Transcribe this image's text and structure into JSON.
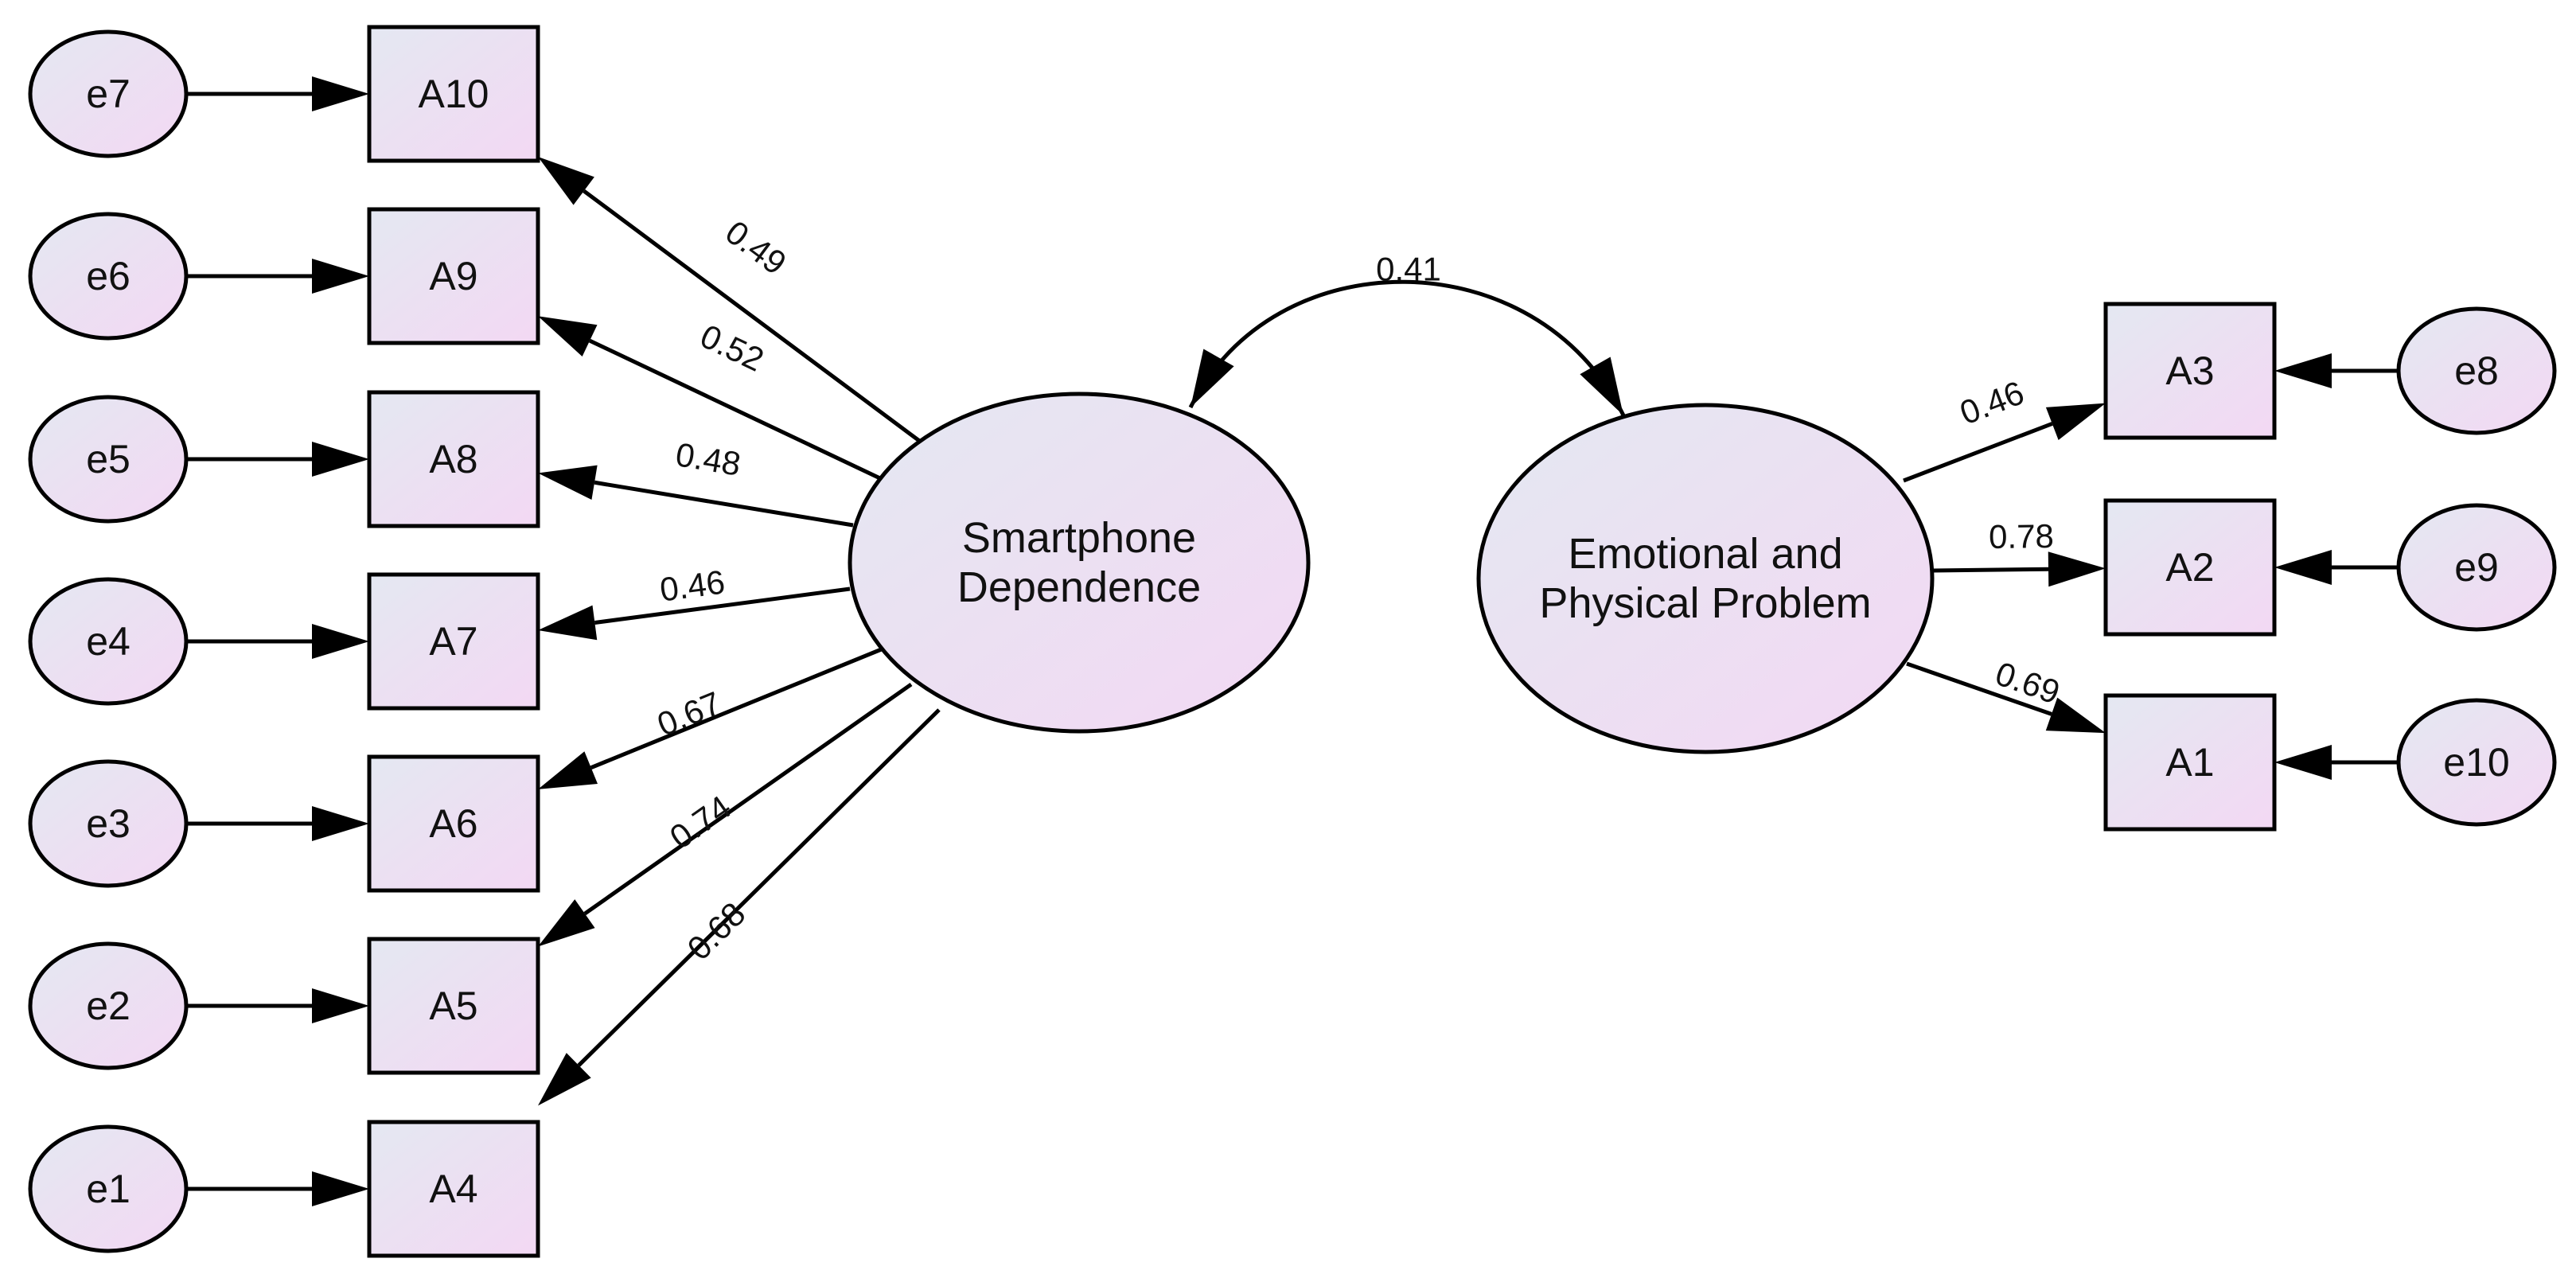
{
  "diagram": {
    "latents": [
      {
        "id": "SD",
        "lines": [
          "Smartphone",
          "Dependence"
        ]
      },
      {
        "id": "EP",
        "lines": [
          "Emotional and",
          "Physical Problem"
        ]
      }
    ],
    "indicators": [
      {
        "id": "A10",
        "label": "A10",
        "error": "e7",
        "latent": "SD",
        "loading": "0.49"
      },
      {
        "id": "A9",
        "label": "A9",
        "error": "e6",
        "latent": "SD",
        "loading": "0.52"
      },
      {
        "id": "A8",
        "label": "A8",
        "error": "e5",
        "latent": "SD",
        "loading": "0.48"
      },
      {
        "id": "A7",
        "label": "A7",
        "error": "e4",
        "latent": "SD",
        "loading": "0.46"
      },
      {
        "id": "A6",
        "label": "A6",
        "error": "e3",
        "latent": "SD",
        "loading": "0.67"
      },
      {
        "id": "A5",
        "label": "A5",
        "error": "e2",
        "latent": "SD",
        "loading": "0.74"
      },
      {
        "id": "A4",
        "label": "A4",
        "error": "e1",
        "latent": "SD",
        "loading": "0.68"
      },
      {
        "id": "A3",
        "label": "A3",
        "error": "e8",
        "latent": "EP",
        "loading": "0.46"
      },
      {
        "id": "A2",
        "label": "A2",
        "error": "e9",
        "latent": "EP",
        "loading": "0.78"
      },
      {
        "id": "A1",
        "label": "A1",
        "error": "e10",
        "latent": "EP",
        "loading": "0.69"
      }
    ],
    "covariance": {
      "from": "SD",
      "to": "EP",
      "value": "0.41"
    },
    "colors": {
      "node_fill_start": "#e4e8f2",
      "node_fill_end": "#f3d8f3",
      "stroke": "#000000"
    }
  }
}
